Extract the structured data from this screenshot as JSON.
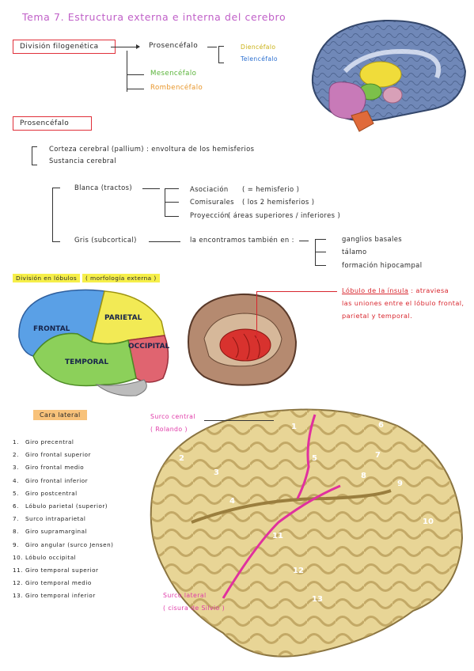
{
  "title": "Tema 7. Estructura externa e interna del cerebro",
  "filogenetica": {
    "label": "División filogenética",
    "prosencefalo": "Prosencéfalo",
    "diencefalo": "Diencéfalo",
    "telencefalo": "Telencéfalo",
    "mesencefalo": "Mesencéfalo",
    "rombencefalo": "Rombencéfalo"
  },
  "prosencefalo_section": {
    "label": "Prosencéfalo",
    "corteza": "Corteza cerebral (pallium) : envoltura de los hemisferios",
    "sustancia": "Sustancia cerebral",
    "blanca": "Blanca (tractos)",
    "asociacion": "Asociación",
    "asociacion_note": "( = hemisferio )",
    "comisurales": "Comisurales",
    "comisurales_note": "( los 2 hemisferios )",
    "proyeccion": "Proyección",
    "proyeccion_note": "( áreas superiores / inferiores )",
    "gris": "Gris (subcortical)",
    "encontramos": "la encontramos también en :",
    "ganglios": "ganglios basales",
    "talamo": "tálamo",
    "formacion": "formación hipocampal"
  },
  "lobulos": {
    "label": "División en lóbulos",
    "note": "( morfología externa )",
    "frontal": "FRONTAL",
    "parietal": "PARIETAL",
    "occipital": "OCCIPITAL",
    "temporal": "TEMPORAL",
    "insula_title": "Lóbulo de la ínsula",
    "insula_desc_1": ": atraviesa",
    "insula_desc_2": "las uniones entre el lóbulo frontal,",
    "insula_desc_3": "parietal y temporal."
  },
  "cara_lateral": {
    "label": "Cara lateral",
    "surco_central": "Surco central",
    "surco_central_note": "( Rolando )",
    "surco_lateral": "Surco lateral",
    "surco_lateral_note": "( cisura de Silvio )",
    "items": [
      {
        "n": "1.",
        "text": "Giro precentral"
      },
      {
        "n": "2.",
        "text": "Giro frontal superior"
      },
      {
        "n": "3.",
        "text": "Giro frontal medio"
      },
      {
        "n": "4.",
        "text": "Giro frontal inferior"
      },
      {
        "n": "5.",
        "text": "Giro postcentral"
      },
      {
        "n": "6.",
        "text": "Lóbulo parietal (superior)"
      },
      {
        "n": "7.",
        "text": "Surco intraparietal"
      },
      {
        "n": "8.",
        "text": "Giro supramarginal"
      },
      {
        "n": "9.",
        "text": "Giro angular    (surco Jensen)"
      },
      {
        "n": "10.",
        "text": "Lóbulo occipital"
      },
      {
        "n": "11.",
        "text": "Giro temporal superior"
      },
      {
        "n": "12.",
        "text": "Giro temporal medio"
      },
      {
        "n": "13.",
        "text": "Giro temporal inferior"
      }
    ],
    "numbers": [
      "1",
      "2",
      "3",
      "4",
      "5",
      "6",
      "7",
      "8",
      "9",
      "10",
      "11",
      "12",
      "13"
    ]
  },
  "colors": {
    "accent_red": "#e0303a",
    "title_purple": "#c060c8",
    "pink": "#e03aa8",
    "frontal": "#5aa0e6",
    "parietal": "#f2ea55",
    "occipital": "#e06470",
    "temporal": "#8cd05a"
  }
}
